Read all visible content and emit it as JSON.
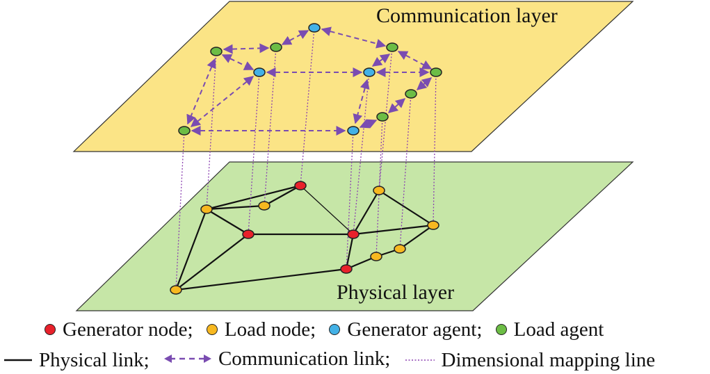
{
  "layers": {
    "communication": {
      "label": "Communication layer",
      "fill": "#fbe486"
    },
    "physical": {
      "label": "Physical layer",
      "fill": "#c6e6a7"
    }
  },
  "colors": {
    "generator_node": "#e8212b",
    "load_node": "#f7b820",
    "generator_agent": "#43b1e6",
    "load_agent": "#6cbd45",
    "communication_link": "#7a4cb1",
    "mapping_line": "#8a3fb0",
    "physical_link": "#111111"
  },
  "legend": {
    "generator_node": "Generator node;",
    "load_node": "Load node;",
    "generator_agent": "Generator agent;",
    "load_agent": "Load agent",
    "physical_link": "Physical link;",
    "communication_link": "Communication link;",
    "mapping_line": "Dimensional mapping line"
  }
}
